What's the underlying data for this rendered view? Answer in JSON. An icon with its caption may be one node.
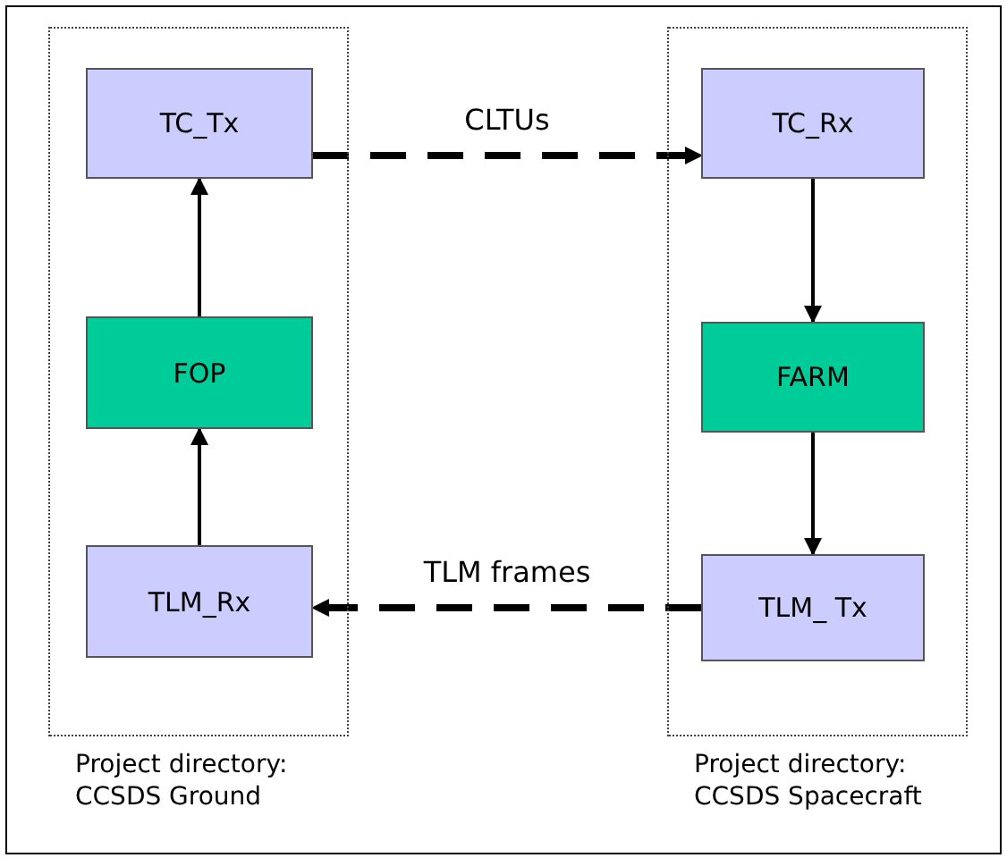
{
  "diagram": {
    "nodes": [
      {
        "text": [
          "Project directory: CCSDS Ground"
        ]
      },
      {
        "text": [
          "TC_Tx"
        ],
        "in": 0
      },
      {
        "text": [
          "FOP"
        ],
        "in": 0
      },
      {
        "text": [
          "TLM_Rx"
        ],
        "in": 0
      },
      {
        "text": [
          "Project directory: CCSDS Spacecraft"
        ]
      },
      {
        "text": [
          "TC_Rx"
        ],
        "in": 4
      },
      {
        "text": [
          "FARM"
        ],
        "in": 4
      },
      {
        "text": [
          "TLM_ Tx"
        ],
        "in": 4
      }
    ],
    "edges": [
      {
        "from": 3,
        "to": 2,
        "arrow": "to"
      },
      {
        "from": 2,
        "to": 1,
        "arrow": "to"
      },
      {
        "from": 1,
        "to": 5,
        "arrow": "to",
        "label": "CLTUs",
        "style": "dashed"
      },
      {
        "from": 5,
        "to": 6,
        "arrow": "to"
      },
      {
        "from": 6,
        "to": 7,
        "arrow": "to"
      },
      {
        "from": 7,
        "to": 3,
        "arrow": "to",
        "label": "TLM frames",
        "style": "dashed"
      }
    ]
  }
}
